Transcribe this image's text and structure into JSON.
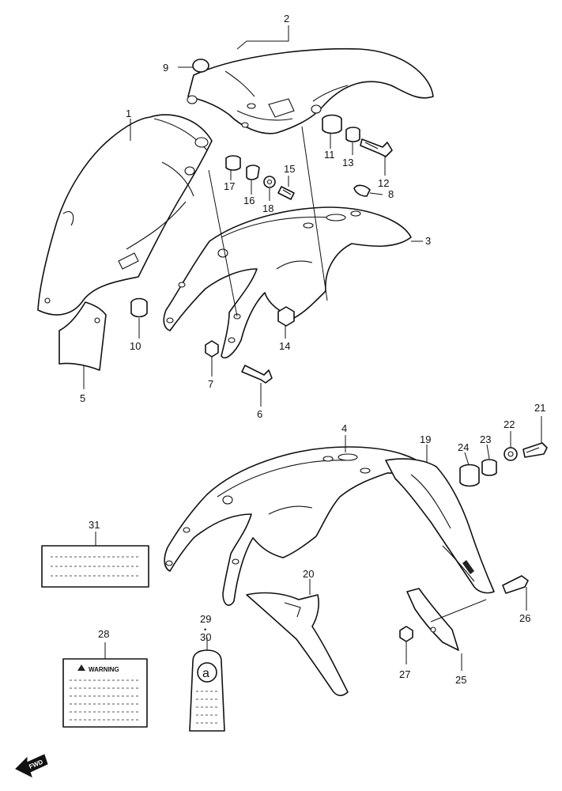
{
  "callouts": {
    "p1": "1",
    "p2": "2",
    "p3": "3",
    "p4": "4",
    "p5": "5",
    "p6": "6",
    "p7": "7",
    "p8": "8",
    "p9": "9",
    "p10": "10",
    "p11": "11",
    "p12": "12",
    "p13": "13",
    "p14": "14",
    "p15": "15",
    "p16": "16",
    "p17": "17",
    "p18": "18",
    "p19": "19",
    "p20": "20",
    "p21": "21",
    "p22": "22",
    "p23": "23",
    "p24": "24",
    "p25": "25",
    "p26": "26",
    "p27": "27",
    "p28": "28",
    "p29": "29",
    "p30": "30",
    "p31": "31"
  },
  "labels": {
    "warning": "WARNING",
    "fwd": "FWD"
  },
  "colors": {
    "line": "#111111",
    "background": "#ffffff"
  }
}
